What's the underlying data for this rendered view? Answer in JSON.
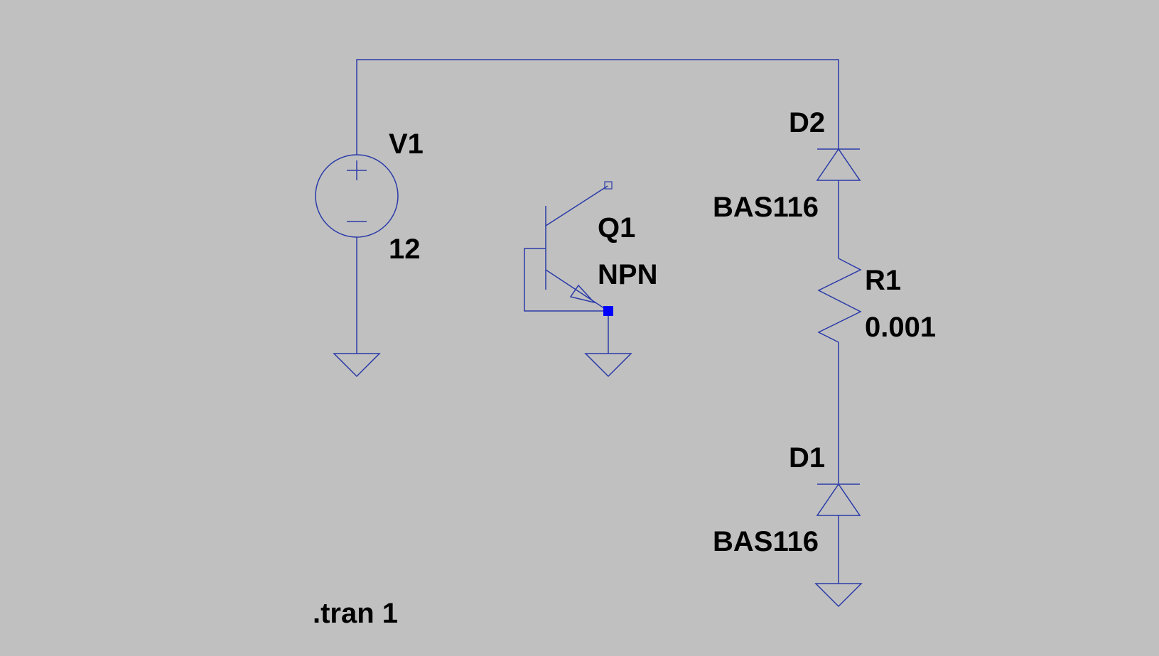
{
  "schematic": {
    "background": "#c0c0c0",
    "wire_color": "#2a3aa8",
    "junction_color": "#0000ff",
    "components": {
      "V1": {
        "name": "V1",
        "value": "12"
      },
      "Q1": {
        "name": "Q1",
        "value": "NPN"
      },
      "D2": {
        "name": "D2",
        "value": "BAS116"
      },
      "R1": {
        "name": "R1",
        "value": "0.001"
      },
      "D1": {
        "name": "D1",
        "value": "BAS116"
      }
    },
    "directive": ".tran 1"
  }
}
